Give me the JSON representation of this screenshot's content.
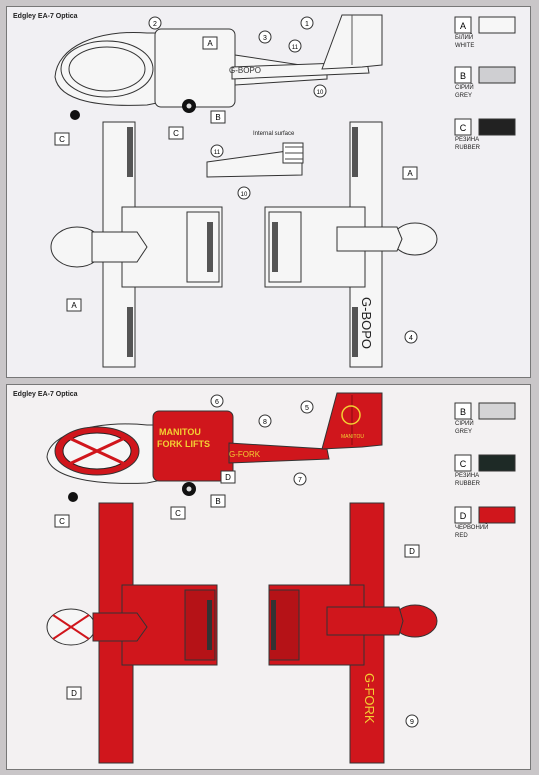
{
  "sheet_top": {
    "title": "Edgley EA-7 Optica",
    "registration": "G-BOPO",
    "internal_surface_label": "Internal surface",
    "callouts": [
      "1",
      "2",
      "3",
      "4",
      "10",
      "11"
    ],
    "color_codes": {
      "white": "A",
      "grey": "B",
      "rubber": "C"
    },
    "legend": [
      {
        "code": "A",
        "ua": "БІЛИЙ",
        "en": "WHITE",
        "color": "#f7f7f7"
      },
      {
        "code": "B",
        "ua": "СІРИЙ",
        "en": "GREY",
        "color": "#cfcfd2"
      },
      {
        "code": "C",
        "ua": "РЕЗИНА",
        "en": "RUBBER",
        "color": "#222222"
      }
    ]
  },
  "sheet_bottom": {
    "title": "Edgley EA-7 Optica",
    "registration": "G-FORK",
    "pod_text_1": "MANITOU",
    "pod_text_2": "FORK LIFTS",
    "fin_text": "MANITOU",
    "callouts": [
      "5",
      "6",
      "7",
      "8",
      "9"
    ],
    "color_codes": {
      "grey": "B",
      "rubber": "C",
      "red": "D"
    },
    "legend": [
      {
        "code": "B",
        "ua": "СІРИЙ",
        "en": "GREY",
        "color": "#d4d4d6"
      },
      {
        "code": "C",
        "ua": "РЕЗИНА",
        "en": "RUBBER",
        "color": "#1e2a26"
      },
      {
        "code": "D",
        "ua": "ЧЕРВОНИЙ",
        "en": "RED",
        "color": "#d0161c"
      }
    ]
  }
}
